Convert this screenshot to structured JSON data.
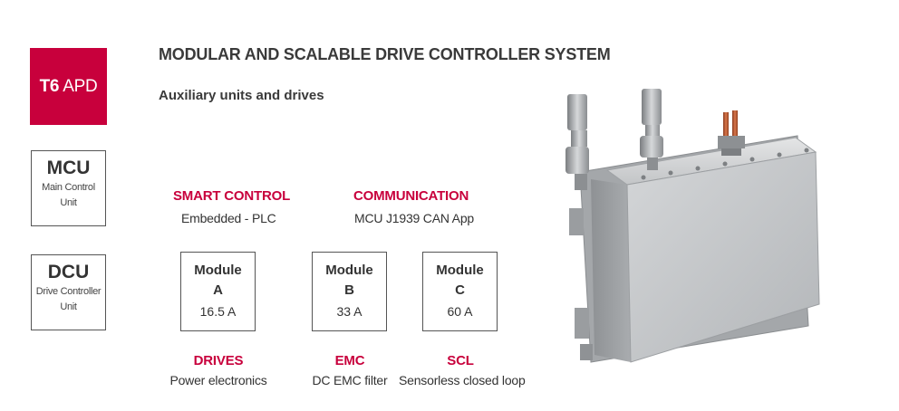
{
  "brand": {
    "bold": "T6",
    "light": "APD",
    "color": "#c8003c"
  },
  "heading": {
    "title": "MODULAR AND SCALABLE DRIVE CONTROLLER SYSTEM",
    "subtitle": "Auxiliary units and drives"
  },
  "units": [
    {
      "code": "MCU",
      "line1": "Main Control",
      "line2": "Unit"
    },
    {
      "code": "DCU",
      "line1": "Drive Controller",
      "line2": "Unit"
    }
  ],
  "features": {
    "smart_control": {
      "title": "SMART CONTROL",
      "text": "Embedded - PLC"
    },
    "communication": {
      "title": "COMMUNICATION",
      "text": "MCU J1939 CAN App"
    },
    "drives": {
      "title": "DRIVES",
      "text": "Power electronics"
    },
    "emc": {
      "title": "EMC",
      "text": "DC EMC filter"
    },
    "scl": {
      "title": "SCL",
      "text": "Sensorless closed loop"
    }
  },
  "modules": [
    {
      "name": "Module",
      "letter": "A",
      "rating": "16.5 A"
    },
    {
      "name": "Module",
      "letter": "B",
      "rating": "33 A"
    },
    {
      "name": "Module",
      "letter": "C",
      "rating": "60 A"
    }
  ],
  "image": {
    "icon": "drive-controller-enclosure-illustration"
  }
}
